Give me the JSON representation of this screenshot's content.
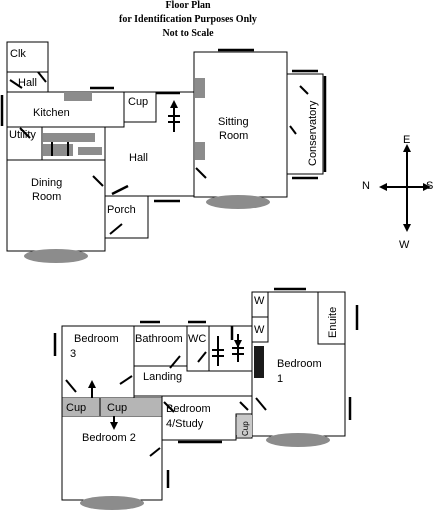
{
  "caption": {
    "line1": "Floor Plan",
    "line2": "for Identification Purposes Only",
    "line3": "Not to Scale"
  },
  "ground_floor": {
    "clk": "Clk",
    "hall_small": "Hall",
    "kitchen": "Kitchen",
    "utility": "Utility",
    "cup": "Cup",
    "hall": "Hall",
    "sitting_room_1": "Sitting",
    "sitting_room_2": "Room",
    "conservatory": "Conservatory",
    "dining_room_1": "Dining",
    "dining_room_2": "Room",
    "porch": "Porch"
  },
  "first_floor": {
    "bedroom3_1": "Bedroom",
    "bedroom3_2": "3",
    "bathroom": "Bathroom",
    "wc": "WC",
    "w_top": "W",
    "w_bottom": "W",
    "ensuite": "Enuite",
    "bedroom1_1": "Bedroom",
    "bedroom1_2": "1",
    "landing": "Landing",
    "cup_left": "Cup",
    "cup_right": "Cup",
    "bedroom4_1": "Bedroom",
    "bedroom4_2": "4/Study",
    "cup_small": "Cup",
    "bedroom2": "Bedroom 2"
  },
  "compass": {
    "east": "E",
    "north": "N",
    "south": "S",
    "west": "W"
  }
}
